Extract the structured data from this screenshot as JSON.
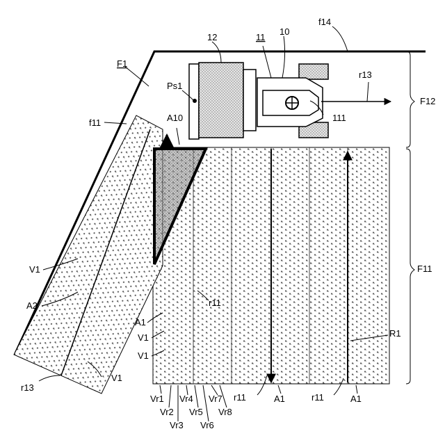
{
  "labels": {
    "fig_ref": "F1",
    "tractor_ref": "11",
    "vehicle": "10",
    "implement": "12",
    "position": "Ps1",
    "steering": "111",
    "top_edge": "f14",
    "slant_edge": "f11",
    "region_top": "F12",
    "region_main": "F11",
    "heading_line": "r13",
    "area_a10": "A10",
    "area_a2": "A2",
    "area_a1": "A1",
    "rows_v1": "V1",
    "route_r1": "R1",
    "line_r11": "r11"
  },
  "row_labels": [
    "Vr1",
    "Vr2",
    "Vr3",
    "Vr4",
    "Vr5",
    "Vr6",
    "Vr7",
    "Vr8"
  ]
}
